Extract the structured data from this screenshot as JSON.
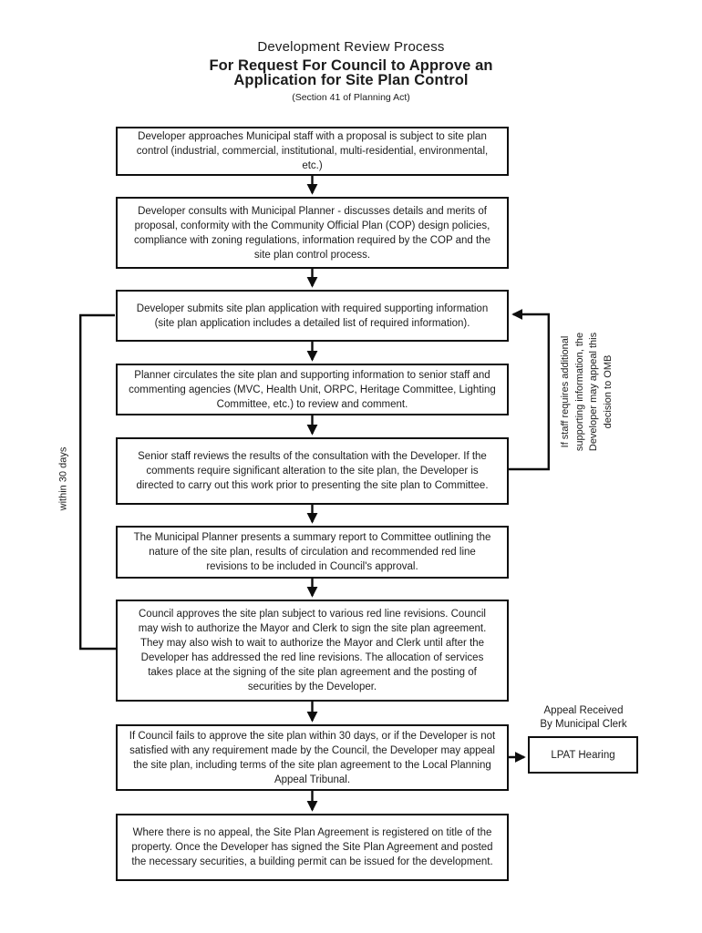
{
  "title": {
    "line1": "Development Review Process",
    "line2": "For Request For Council to Approve an",
    "line3": "Application for Site Plan Control",
    "subtitle": "(Section 41 of Planning Act)"
  },
  "flow": {
    "boxes": [
      {
        "id": "proposal",
        "text": "Developer approaches Municipal staff with a proposal is subject to site plan control (industrial, commercial, institutional, multi-residential, environmental, etc.)"
      },
      {
        "id": "consultation",
        "text": "Developer consults with Municipal Planner - discusses details and merits of proposal, conformity with the Community Official Plan (COP) design policies, compliance with zoning regulations, information required by the COP and the site plan control process."
      },
      {
        "id": "application",
        "text": "Developer submits site plan application with required supporting information (site plan application includes a detailed list of required information)."
      },
      {
        "id": "circulation",
        "text": "Planner circulates the site plan and supporting information to senior staff and commenting agencies (MVC, Health Unit, ORPC, Heritage Committee, Lighting Committee, etc.) to review and comment."
      },
      {
        "id": "senior-review",
        "text": "Senior staff reviews the results of the consultation with the Developer. If the comments require significant alteration to the site plan, the Developer is directed to carry out this work prior to presenting the site plan to Committee."
      },
      {
        "id": "committee-report",
        "text": "The Municipal Planner presents a summary report to Committee outlining the nature of the site plan, results of circulation and recommended red line revisions to be included in Council's approval."
      },
      {
        "id": "council-approval",
        "text": "Council approves the site plan subject to various red line revisions. Council may wish to authorize the Mayor and Clerk to sign the site plan agreement. They may also wish to wait to authorize the Mayor and Clerk until after the Developer has addressed the red line revisions. The allocation of services takes place at the signing of the site plan agreement and the posting of securities by the Developer."
      },
      {
        "id": "appeal",
        "text": "If Council fails to approve the site plan within 30 days, or if the Developer is not satisfied with any requirement made by the Council, the Developer may appeal the site plan, including terms of the site plan agreement to the Local Planning Appeal Tribunal."
      },
      {
        "id": "registration",
        "text": "Where there is no appeal, the Site Plan Agreement is registered on title of the property. Once the Developer has signed the Site Plan Agreement and posted the necessary securities, a building permit can be issued for the development."
      }
    ]
  },
  "annotations": {
    "within_days": "within 30 days",
    "omb_appeal": "If staff requires additional supporting information, the Developer may appeal this decision to OMB",
    "appeal_received_line1": "Appeal Received",
    "appeal_received_line2": "By Municipal Clerk",
    "lpat": "LPAT Hearing"
  },
  "colors": {
    "line": "#0e0e0e",
    "text": "#1c1c1c",
    "background": "#ffffff"
  }
}
